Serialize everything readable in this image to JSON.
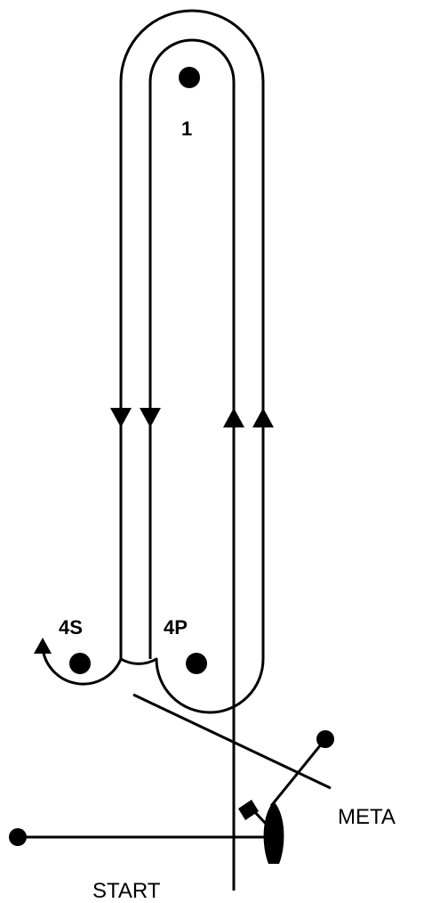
{
  "marks": {
    "mark_1": "1",
    "mark_4s": "4S",
    "mark_4p": "4P"
  },
  "lines": {
    "finish": "META",
    "start": "START"
  },
  "colors": {
    "ink": "#000000",
    "background": "#ffffff"
  }
}
